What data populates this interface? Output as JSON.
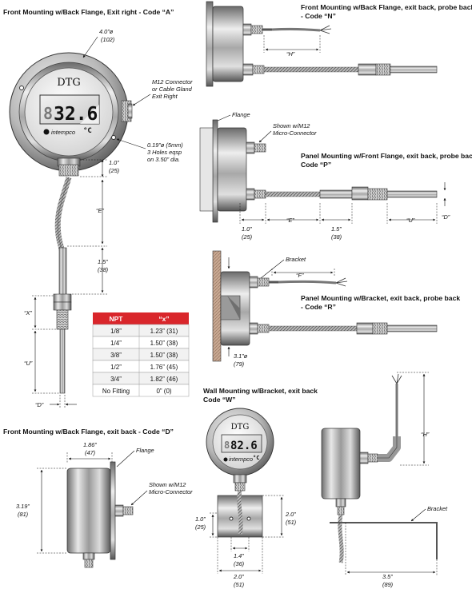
{
  "sections": {
    "code_a": {
      "title": "Front Mounting w/Back Flange, Exit right - Code “A”",
      "dim_diameter": "4.0”ø",
      "dim_diameter_mm": "(102)",
      "connector_label": [
        "M12 Connector",
        "or Cable Gland",
        "Exit Right"
      ],
      "holes_label": [
        "0.19”ø (5mm)",
        "3 Holes eqsp",
        "on 3.50” dia."
      ],
      "dim_1": "1.0”",
      "dim_1_mm": "(25)",
      "dim_e": "“E”",
      "dim_15": "1.5”",
      "dim_15_mm": "(38)",
      "dim_x": "“X”",
      "dim_u": "“U”",
      "dim_d": "“D”",
      "display_value": "32.6",
      "display_unit": "°C",
      "brand": "DTG",
      "logo_text": "intempco"
    },
    "code_n": {
      "title_line1": "Front Mounting w/Back Flange, exit back, probe back",
      "title_line2": "- Code “N”",
      "dim_h": "“H”"
    },
    "code_p": {
      "flange_label": "Flange",
      "connector_label": [
        "Shown w/M12",
        "Micro-Connector"
      ],
      "title_line1": "Panel Mounting w/Front Flange, exit back, probe back",
      "title_line2": "Code “P”",
      "dim_1": "1.0”",
      "dim_1_mm": "(25)",
      "dim_e": "“E”",
      "dim_15": "1.5”",
      "dim_15_mm": "(38)",
      "dim_u": "“U”",
      "dim_d": "“D”"
    },
    "code_r": {
      "bracket_label": "Bracket",
      "dim_f": "“F”",
      "title_line1": "Panel Mounting w/Bracket, exit back, probe back",
      "title_line2": "- Code “R”",
      "dim_31": "3.1”ø",
      "dim_31_mm": "(79)"
    },
    "code_d": {
      "title": "Front Mounting w/Back Flange, exit back - Code “D”",
      "dim_186": "1.86”",
      "dim_186_mm": "(47)",
      "flange_label": "Flange",
      "connector_label": [
        "Shown w/M12",
        "Micro-Connector"
      ],
      "dim_319": "3.19”",
      "dim_319_mm": "(81)"
    },
    "code_w": {
      "title_line1": "Wall Mounting w/Bracket, exit back",
      "title_line2": "Code “W”",
      "display_value": "82.6",
      "display_unit": "°C",
      "brand": "DTG",
      "logo_text": "intempco",
      "dim_10": "1.0”",
      "dim_10_mm": "(25)",
      "dim_20_side": "2.0”",
      "dim_20_side_mm": "(51)",
      "dim_14": "1.4”",
      "dim_14_mm": "(36)",
      "dim_20_bottom": "2.0”",
      "dim_20_bottom_mm": "(51)",
      "dim_h": "“H”",
      "bracket_label": "Bracket",
      "dim_35": "3.5”",
      "dim_35_mm": "(89)"
    }
  },
  "npt_table": {
    "headers": [
      "NPT",
      "“x”"
    ],
    "rows": [
      [
        "1/8”",
        "1.23” (31)"
      ],
      [
        "1/4”",
        "1.50” (38)"
      ],
      [
        "3/8”",
        "1.50” (38)"
      ],
      [
        "1/2”",
        "1.76” (45)"
      ],
      [
        "3/4”",
        "1.82” (46)"
      ],
      [
        "No Fitting",
        "0” (0)"
      ]
    ],
    "header_color": "#d9262b"
  }
}
